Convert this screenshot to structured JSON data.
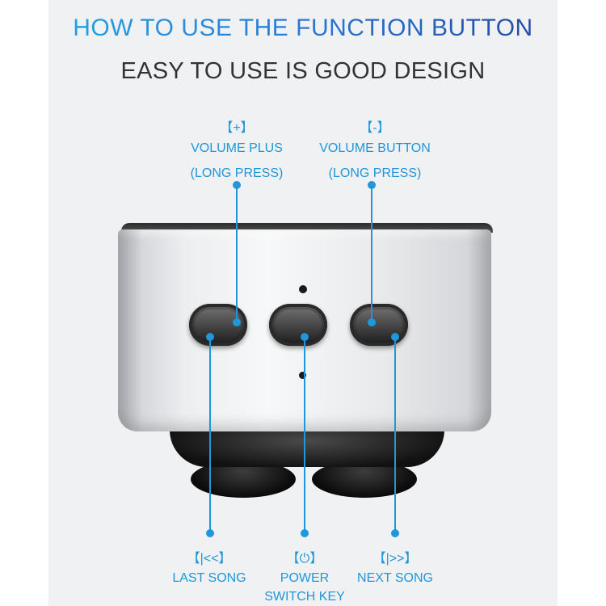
{
  "header": {
    "title": "HOW TO USE THE FUNCTION BUTTON",
    "subtitle": "EASY TO USE IS GOOD DESIGN"
  },
  "top_labels": {
    "vol_plus": {
      "symbol": "【+】",
      "line1": "VOLUME PLUS",
      "line2": "(LONG PRESS)"
    },
    "vol_minus": {
      "symbol": "【-】",
      "line1": "VOLUME BUTTON",
      "line2": "(LONG PRESS)"
    }
  },
  "bottom_labels": {
    "last_song": {
      "symbol": "【|<<】",
      "line1": "LAST SONG"
    },
    "power": {
      "symbol": "【⏻】",
      "line1": "POWER",
      "line2": "SWITCH KEY"
    },
    "next_song": {
      "symbol": "【|>>】",
      "line1": "NEXT SONG"
    }
  },
  "colors": {
    "accent": "#2196d9",
    "title_gradient_start": "#21a9e6",
    "title_gradient_end": "#1f3f9e",
    "subtitle": "#333333"
  },
  "icons": [
    "power-icon",
    "previous-track-icon",
    "next-track-icon",
    "plus-icon",
    "minus-icon"
  ]
}
